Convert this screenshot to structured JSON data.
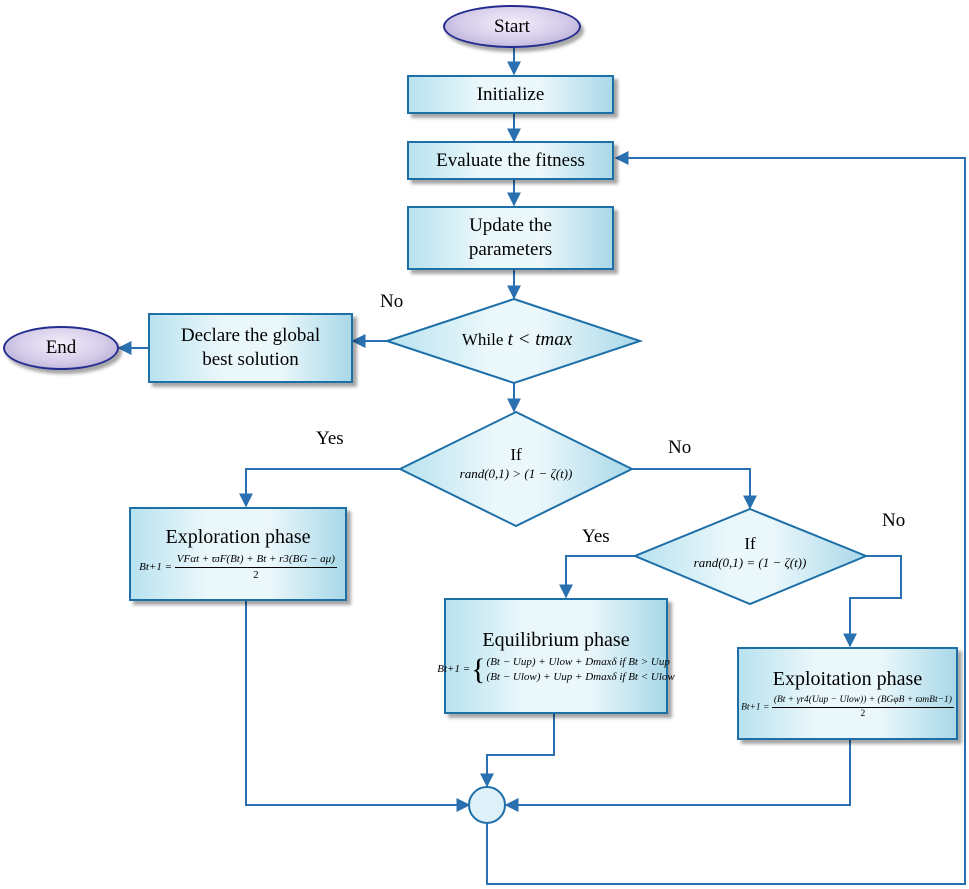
{
  "nodes": {
    "start": "Start",
    "initialize": "Initialize",
    "evaluate": "Evaluate the fitness",
    "update_line1": "Update the",
    "update_line2": "parameters",
    "while_word": "While",
    "while_cond": "t < tmax",
    "declare_line1": "Declare the global",
    "declare_line2": "best solution",
    "end": "End",
    "if1_word": "If",
    "if1_cond": "rand(0,1) > (1 − ζ(t))",
    "if2_word": "If",
    "if2_cond": "rand(0,1) = (1 − ζ(t))",
    "exploration_title": "Exploration phase",
    "exploration_lhs": "Bt+1 =",
    "exploration_num": "VFαt + ϖF(Bt) + Bt + r3(BG − aμ)",
    "exploration_den": "2",
    "equilibrium_title": "Equilibrium phase",
    "equilibrium_lhs": "Bt+1 =",
    "equilibrium_case1": "(Bt − Uup) + Ulow + Dmaxδ   if Bt > Uup",
    "equilibrium_case2": "(Bt − Ulow) + Uup + Dmaxδ   if Bt < Ulow",
    "exploitation_title": "Exploitation phase",
    "exploitation_lhs": "Bt+1 =",
    "exploitation_num": "(Bt + γr4(Uup − Ulow)) + (BGφB + ϖmBt−1)",
    "exploitation_den": "2"
  },
  "labels": {
    "no_while": "No",
    "yes_if1": "Yes",
    "no_if1": "No",
    "yes_if2": "Yes",
    "no_if2": "No"
  },
  "colors": {
    "box_border": "#1d6fa8",
    "box_fill": "#eaf7fb",
    "oval_border": "#242c8f",
    "oval_fill": "#d5cbe9",
    "arrow": "#2a6fb0"
  }
}
